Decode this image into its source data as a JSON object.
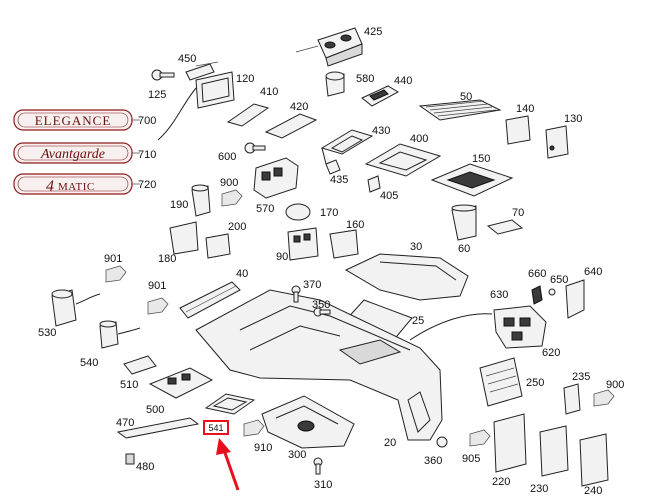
{
  "badges": {
    "elegance": "ELEGANCE",
    "avantgarde": "Avantgarde",
    "matic_4": "4",
    "matic_word": "MATIC"
  },
  "callouts": {
    "p425": "425",
    "p450": "450",
    "p120": "120",
    "p125": "125",
    "p580": "580",
    "p440": "440",
    "p410": "410",
    "p420": "420",
    "p50": "50",
    "p140": "140",
    "p130": "130",
    "p700": "700",
    "p430": "430",
    "p400": "400",
    "p710": "710",
    "p600": "600",
    "p435": "435",
    "p150": "150",
    "p720": "720",
    "p900a": "900",
    "p405": "405",
    "p170": "170",
    "p70": "70",
    "p190": "190",
    "p570": "570",
    "p200": "200",
    "p160": "160",
    "p60": "60",
    "p180": "180",
    "p90": "90",
    "p30": "30",
    "p901a": "901",
    "p40": "40",
    "p660": "660",
    "p650": "650",
    "p640": "640",
    "p370": "370",
    "p901b": "901",
    "p630": "630",
    "p530": "530",
    "p350": "350",
    "p25": "25",
    "p620": "620",
    "p540": "540",
    "p510": "510",
    "p250": "250",
    "p235": "235",
    "p900b": "900",
    "p500": "500",
    "p470": "470",
    "p910": "910",
    "p20": "20",
    "p905": "905",
    "p300": "300",
    "p360": "360",
    "p220": "220",
    "p480": "480",
    "p310": "310",
    "p230": "230",
    "p240": "240"
  },
  "highlight": {
    "label": "541"
  },
  "colors": {
    "badge_text": "#6a0f0f",
    "badge_border": "#8a1a1a",
    "highlight": "#e8101c"
  }
}
